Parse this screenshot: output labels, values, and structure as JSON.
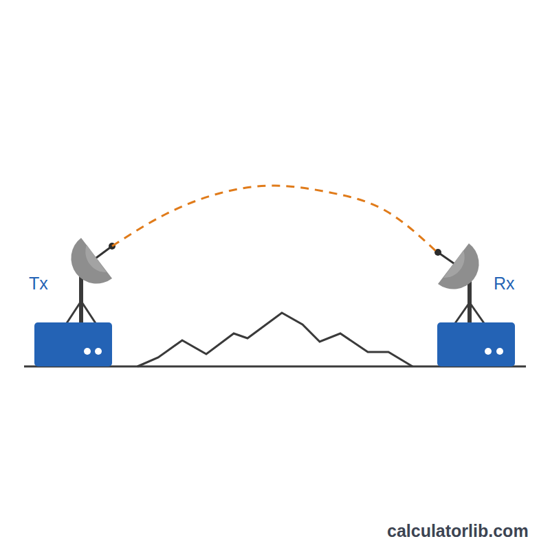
{
  "diagram": {
    "nodes": [
      {
        "text": [
          "Tx"
        ]
      },
      {
        "text": [
          "Rx"
        ]
      }
    ],
    "edges": [
      {
        "from": 0,
        "to": 1,
        "arrow": "none"
      }
    ],
    "labels": [
      "calculatorlib.com"
    ]
  }
}
